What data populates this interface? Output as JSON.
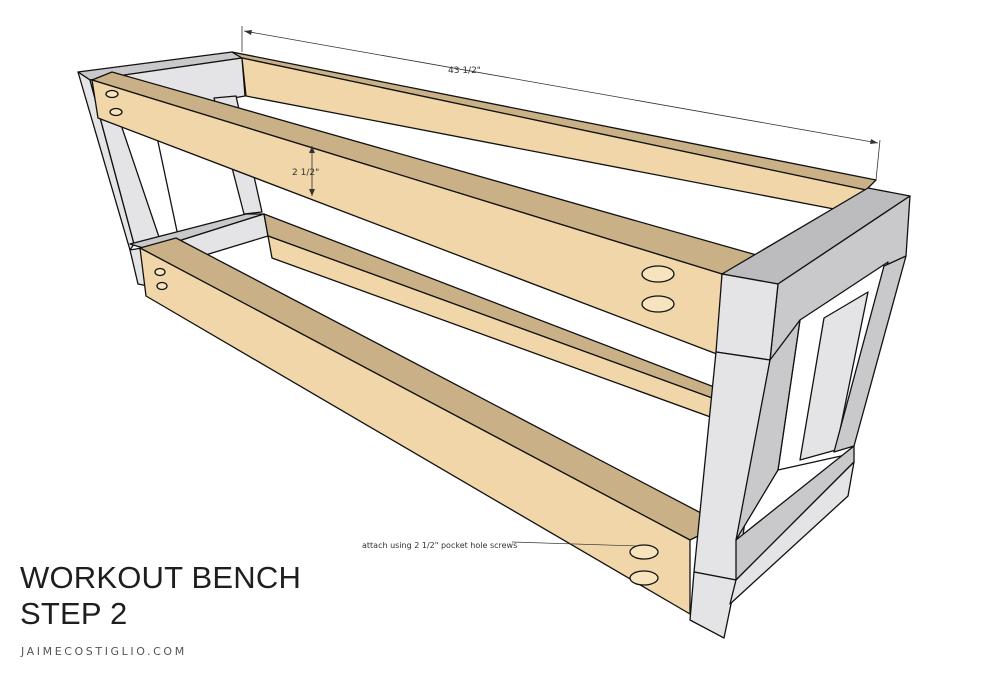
{
  "title": {
    "line1": "WORKOUT BENCH",
    "line2": "STEP 2"
  },
  "website": "JAIMECOSTIGLIO.COM",
  "dimensions": {
    "length_label": "43 1/2\"",
    "gap_label": "2 1/2\""
  },
  "callout": {
    "text": "attach using 2 1/2\" pocket hole screws"
  },
  "colors": {
    "wood_face": "#f0d6a8",
    "wood_side": "#c9b087",
    "frame_front": "#e4e4e6",
    "frame_side": "#c9c9cc",
    "frame_top": "#bcbcbe",
    "outline": "#111111"
  }
}
